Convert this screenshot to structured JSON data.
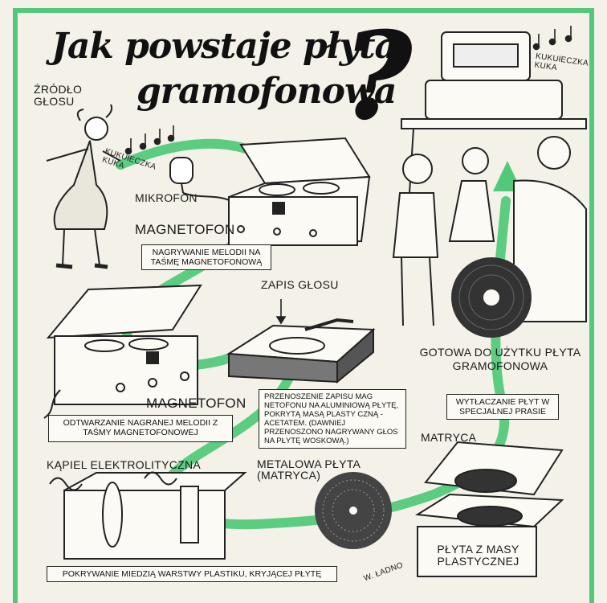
{
  "title": {
    "line1": "Jak powstaje płyta",
    "line2": "gramofonowa",
    "mark": "?"
  },
  "labels": {
    "source": "ŹRÓDŁO GŁOSU",
    "song_left": "KUKUłECZKA KUKA",
    "song_right": "KUKUłECZKA KUKA",
    "microphone": "MIKROFON",
    "tape_recorder_top": "MAGNETOFON",
    "tape_recorder_bottom": "MAGNETOFON",
    "voice_recording": "ZAPIS GŁOSU",
    "ready_record": "GOTOWA DO UŻYTKU PŁYTA GRAMOFONOWA",
    "matrix": "MATRYCA",
    "bath": "KĄPIEL ELEKTROLITYCZNA",
    "metal_plate": "METALOWA PŁYTA (MATRYCA)",
    "plastic_record": "PŁYTA Z MASY PLASTYCZNEJ",
    "signature": "W. ŁADNO"
  },
  "boxes": {
    "recording_tape": "NAGRYWANIE MELODII NA TAŚMĘ MAGNETOFONOWĄ",
    "playback": "ODTWARZANIE NAGRANEJ MELODII Z TAŚMY MAGNETOFONOWEJ",
    "transfer": "PRZENOSZENIE ZAPISU MAG NETOFONU NA ALUMINIOWĄ PŁYTĘ, POKRYTĄ MASĄ PLASTY CZNĄ - ACETATEM. (DAWNIEJ PRZENOSZONO NAGRYWANY GŁOS NA PŁYTĘ WOSKOWĄ.)",
    "pressing": "WYTŁACZANIE PŁYT W SPECJALNEJ PRASIE",
    "coating": "POKRYWANIE MIEDZIĄ WARSTWY PLASTIKU, KRYJĄCEJ PŁYTĘ"
  },
  "colors": {
    "flow_path": "#52c97a",
    "ink": "#1a1a1a",
    "paper": "#f4f1e8"
  }
}
